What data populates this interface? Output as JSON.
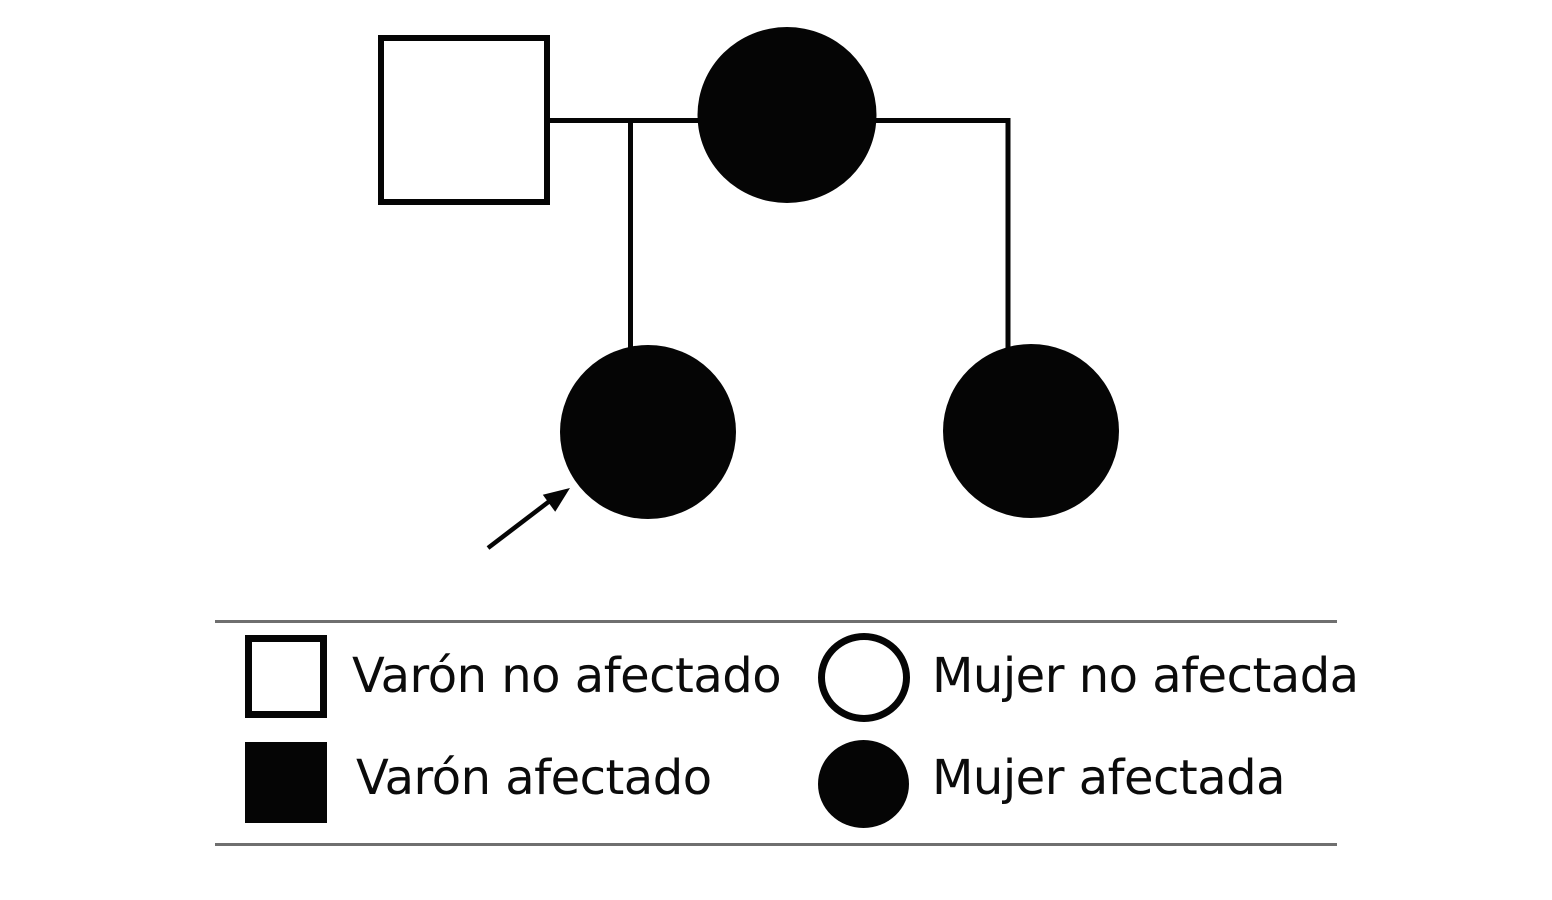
{
  "diagram": {
    "type": "pedigree",
    "generation_1": [
      {
        "id": "padre",
        "symbol": "square-open",
        "sex": "male",
        "affected": false
      },
      {
        "id": "madre",
        "symbol": "circle-filled",
        "sex": "female",
        "affected": true
      }
    ],
    "generation_2": [
      {
        "id": "hija-izquierda",
        "symbol": "circle-filled",
        "sex": "female",
        "affected": true,
        "proband": true
      },
      {
        "id": "hija-derecha",
        "symbol": "circle-filled",
        "sex": "female",
        "affected": true,
        "proband": false
      }
    ],
    "proband_arrow": "points-to-hija-izquierda"
  },
  "legend": {
    "items": [
      {
        "symbol": "square-open",
        "label": "Varón no afectado"
      },
      {
        "symbol": "circle-open",
        "label": "Mujer no afectada"
      },
      {
        "symbol": "square-filled",
        "label": "Varón afectado"
      },
      {
        "symbol": "circle-filled",
        "label": "Mujer afectada"
      }
    ]
  },
  "colors": {
    "symbol": "#050505",
    "rule": "#6f6f6f",
    "text": "#0b0b0b",
    "background": "#ffffff"
  }
}
